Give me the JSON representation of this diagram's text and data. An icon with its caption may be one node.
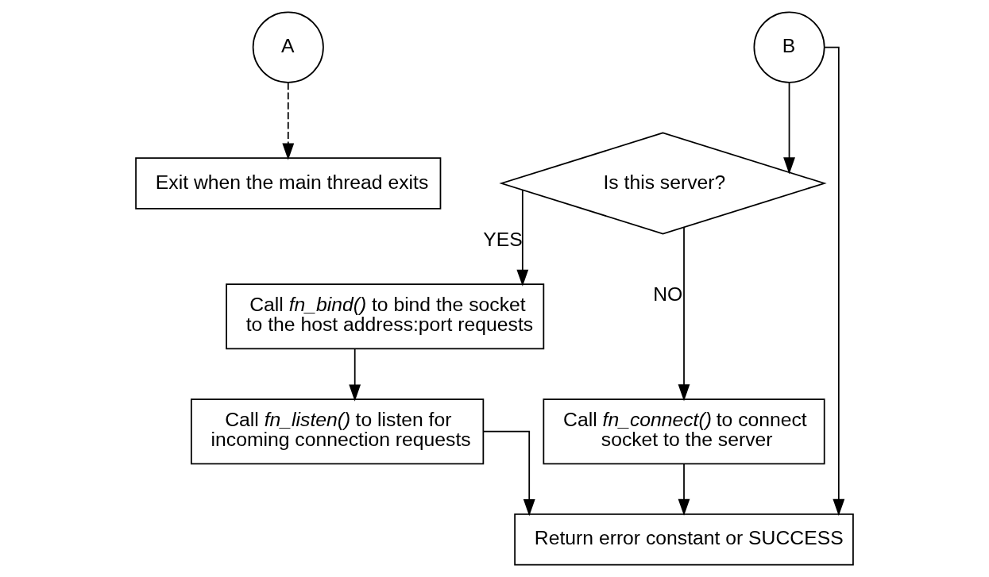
{
  "diagram": {
    "nodes": [
      {
        "text": [
          "A"
        ]
      },
      {
        "text": [
          "B"
        ]
      },
      {
        "text": [
          "Is this server?"
        ]
      },
      {
        "text": [
          "Call *fn_bind()* to bind the socket to the host address:port requests"
        ]
      },
      {
        "text": [
          "Call *fn_connect()* to connect socket to the server"
        ]
      },
      {
        "text": [
          "Call *fn_listen()* to listen for incoming connection requests"
        ]
      },
      {
        "text": [
          "Exit when the main thread exits"
        ]
      },
      {
        "text": [
          "Return error constant or SUCCESS"
        ]
      }
    ],
    "edges": [
      {
        "from": 0,
        "to": 6,
        "arrow": "to",
        "style": "dashed"
      },
      {
        "from": 1,
        "to": 2,
        "arrow": "to"
      },
      {
        "from": 1,
        "to": 7,
        "arrow": "to"
      },
      {
        "from": 2,
        "to": 3,
        "arrow": "to",
        "label": "YES"
      },
      {
        "from": 2,
        "to": 4,
        "arrow": "to",
        "label": "NO"
      },
      {
        "from": 3,
        "to": 5,
        "arrow": "to"
      },
      {
        "from": 5,
        "to": 7,
        "arrow": "to"
      },
      {
        "from": 4,
        "to": 7,
        "arrow": "to"
      }
    ]
  }
}
